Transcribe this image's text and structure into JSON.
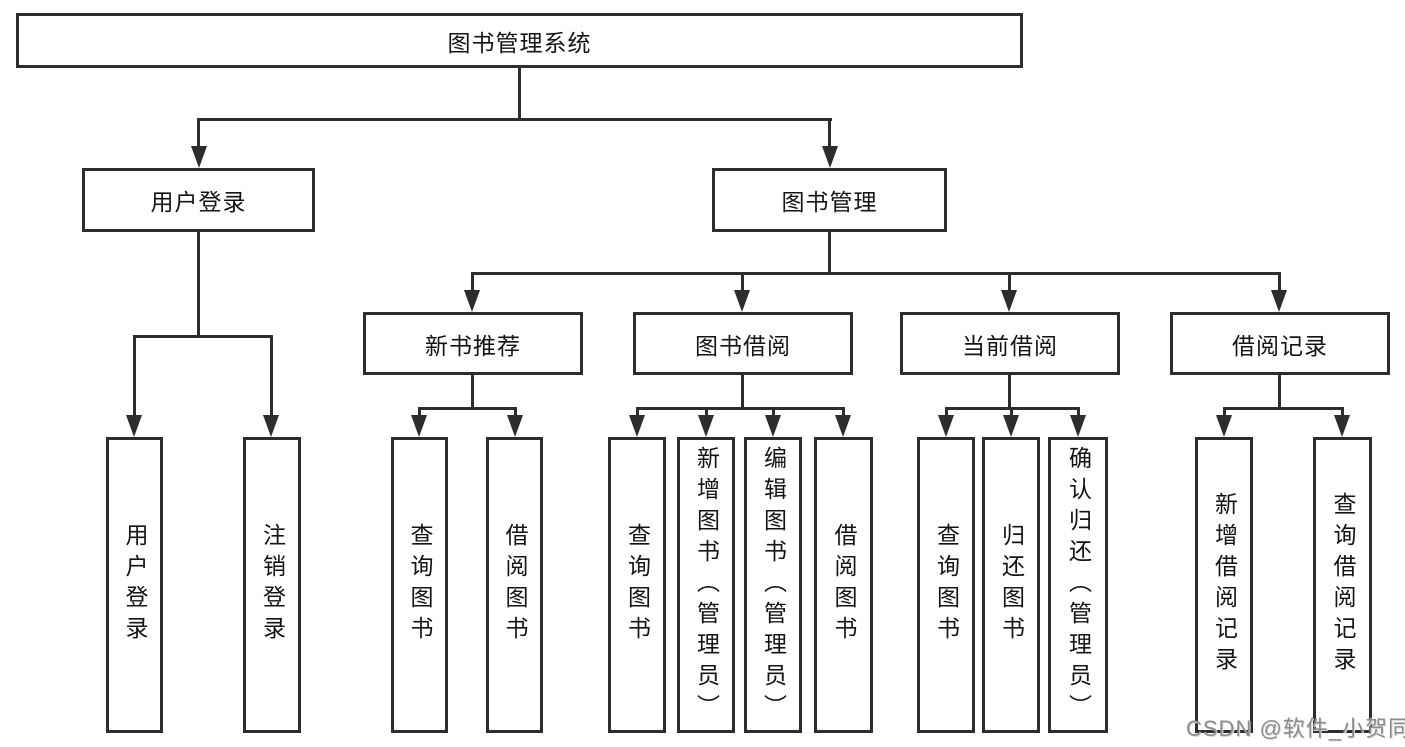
{
  "diagram": {
    "type": "tree",
    "title": "图书管理系统",
    "colors": {
      "line": "#2d2d2d",
      "text": "#141414",
      "background": "#ffffff",
      "watermark": "#8c8c8c"
    }
  },
  "nodes": {
    "root": {
      "label": "图书管理系统"
    },
    "level2": [
      {
        "label": "用户登录"
      },
      {
        "label": "图书管理"
      }
    ],
    "level3": [
      {
        "label": "新书推荐"
      },
      {
        "label": "图书借阅"
      },
      {
        "label": "当前借阅"
      },
      {
        "label": "借阅记录"
      }
    ],
    "leaves": {
      "user_login": [
        {
          "label": "用户登录"
        },
        {
          "label": "注销登录"
        }
      ],
      "new_book_recommend": [
        {
          "label": "查询图书"
        },
        {
          "label": "借阅图书"
        }
      ],
      "book_borrow": [
        {
          "label": "查询图书"
        },
        {
          "label": "新增图书（管理员）"
        },
        {
          "label": "编辑图书（管理员）"
        },
        {
          "label": "借阅图书"
        }
      ],
      "current_borrow": [
        {
          "label": "查询图书"
        },
        {
          "label": "归还图书"
        },
        {
          "label": "确认归还（管理员）"
        }
      ],
      "borrow_records": [
        {
          "label": "新增借阅记录"
        },
        {
          "label": "查询借阅记录"
        }
      ]
    }
  },
  "watermark": {
    "text": "CSDN @软件_小贺同学"
  }
}
